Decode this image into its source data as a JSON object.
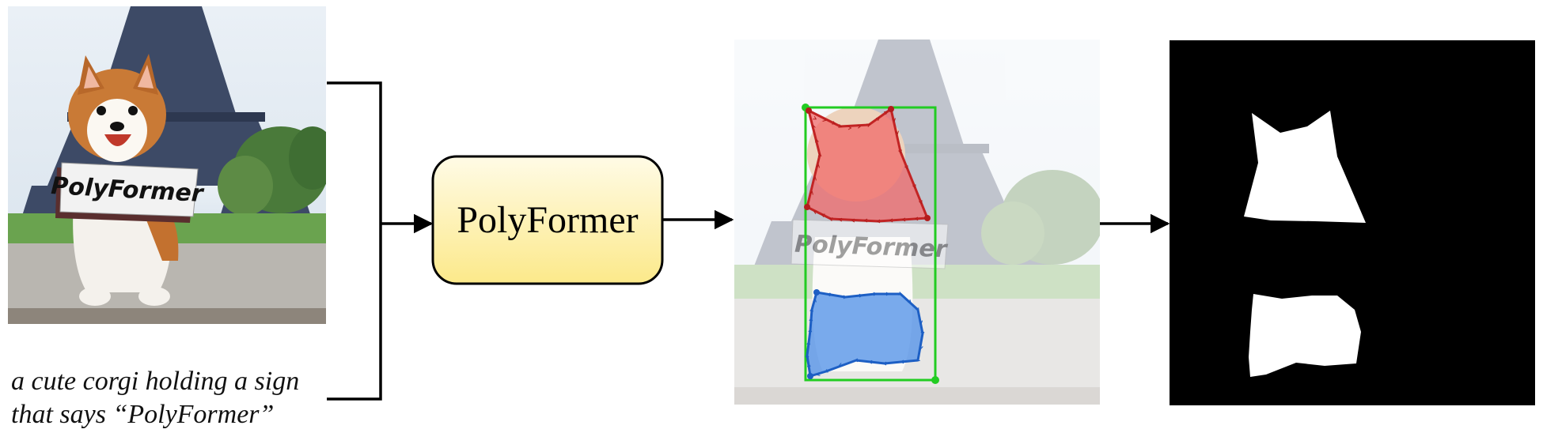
{
  "input_image": {
    "sign_text": "PolyFormer"
  },
  "caption": {
    "line1": "a cute corgi holding a sign",
    "line2": "that says “PolyFormer”"
  },
  "model_box": {
    "label": "PolyFormer"
  },
  "overlay_image": {
    "sign_text": "PolyFormer"
  },
  "colors": {
    "polygon_red": "#f06a6a",
    "polygon_blue": "#4d8fe8",
    "bbox_green": "#22cc22",
    "box_fill_top": "#fffbe6",
    "box_fill_bottom": "#fce98a"
  },
  "icons": [
    "arrow-right-icon",
    "merge-bracket-icon"
  ]
}
